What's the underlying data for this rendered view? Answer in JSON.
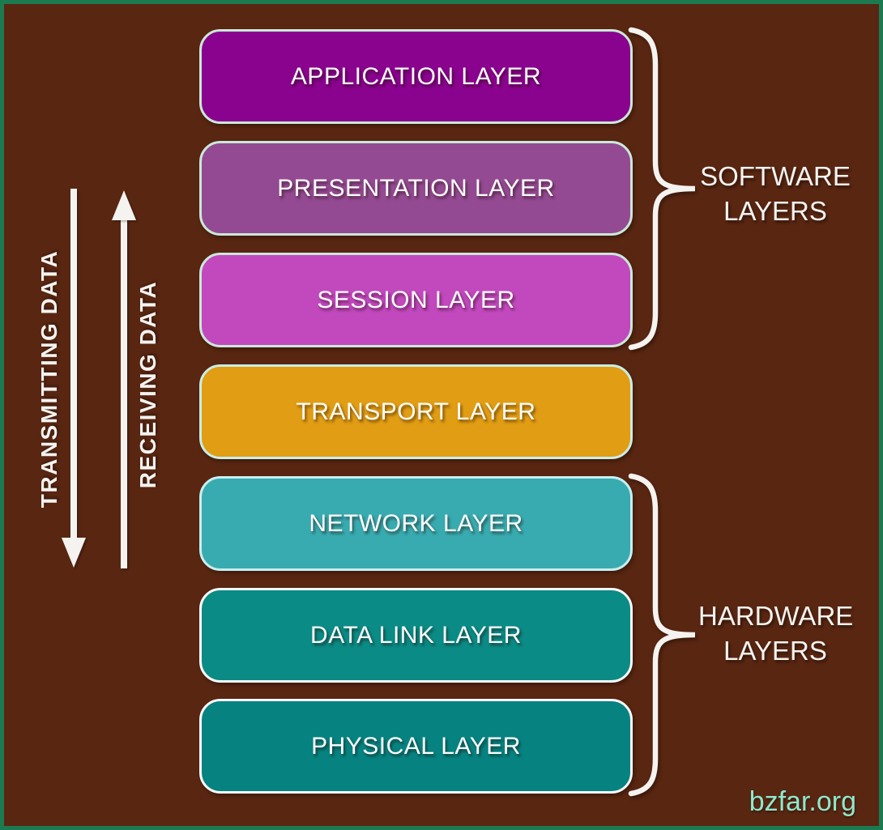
{
  "layers": [
    {
      "label": "APPLICATION LAYER",
      "fill": "#8A038E",
      "border": "#CBE8D9"
    },
    {
      "label": "PRESENTATION LAYER",
      "fill": "#944A92",
      "border": "#CBE8D9"
    },
    {
      "label": "SESSION LAYER",
      "fill": "#C248BE",
      "border": "#CBE8D9"
    },
    {
      "label": "TRANSPORT LAYER",
      "fill": "#E19D13",
      "border": "#C9EDE6"
    },
    {
      "label": "NETWORK LAYER",
      "fill": "#38ABB0",
      "border": "#C9EEF0"
    },
    {
      "label": "DATA LINK LAYER",
      "fill": "#0B8B85",
      "border": "#FAFAFA"
    },
    {
      "label": "PHYSICAL LAYER",
      "fill": "#068381",
      "border": "#FAFAFA"
    }
  ],
  "flow": {
    "transmitting_label": "TRANSMITTING DATA",
    "receiving_label": "RECEIVING DATA"
  },
  "groups": {
    "software": {
      "line1": "SOFTWARE",
      "line2": "LAYERS"
    },
    "hardware": {
      "line1": "HARDWARE",
      "line2": "LAYERS"
    }
  },
  "watermark": "bzfar.org",
  "theme": {
    "background": "#592611",
    "frame": "#1B7A4F",
    "accent_white": "#F5F3F0",
    "watermark_color": "#8FE8CC"
  }
}
